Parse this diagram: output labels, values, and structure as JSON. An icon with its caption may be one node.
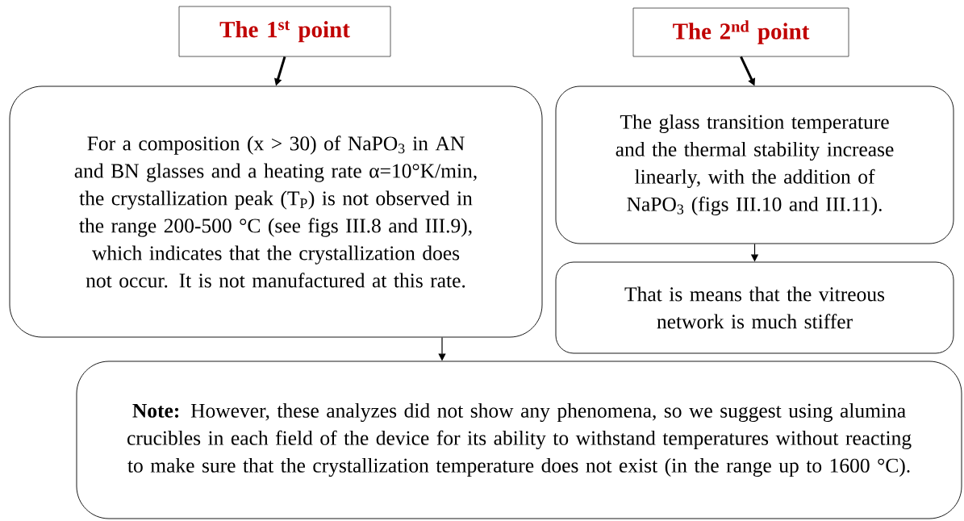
{
  "diagram": {
    "nodes": [
      {
        "text": [
          "The 1$^{st}$ point"
        ]
      },
      {
        "text": [
          "For a composition (x > 30) of NaPO$_{3}$ in AN and BN glasses and a heating rate α=10°K/min, the crystallization peak (T$_{P}$) is not observed in the range 200-500 °C (see figs III.8 and III.9), which indicates that the crystallization does not occur. It is not manufactured at this rate."
        ]
      },
      {
        "text": [
          "The 2$^{nd}$ point"
        ]
      },
      {
        "text": [
          "The glass transition temperature and the thermal stability increase linearly, with the addition of NaPO$_{3}$ (figs III.10 and III.11)."
        ]
      },
      {
        "text": [
          "That is means that the vitreous network is much stiffer"
        ]
      },
      {
        "text": [
          "**Note:** However, these analyzes did not show any phenomena, so we suggest using alumina crucibles in each field of the device for its ability to withstand temperatures without reacting to make sure that the crystallization temperature does not exist (in the range up to 1600 °C)."
        ]
      }
    ],
    "edges": [
      {
        "from": 0,
        "to": 1,
        "arrow": "to",
        "style": "thick"
      },
      {
        "from": 2,
        "to": 3,
        "arrow": "to",
        "style": "thick"
      },
      {
        "from": 3,
        "to": 4,
        "arrow": "to"
      },
      {
        "from": 1,
        "to": 5,
        "arrow": "to"
      }
    ]
  }
}
